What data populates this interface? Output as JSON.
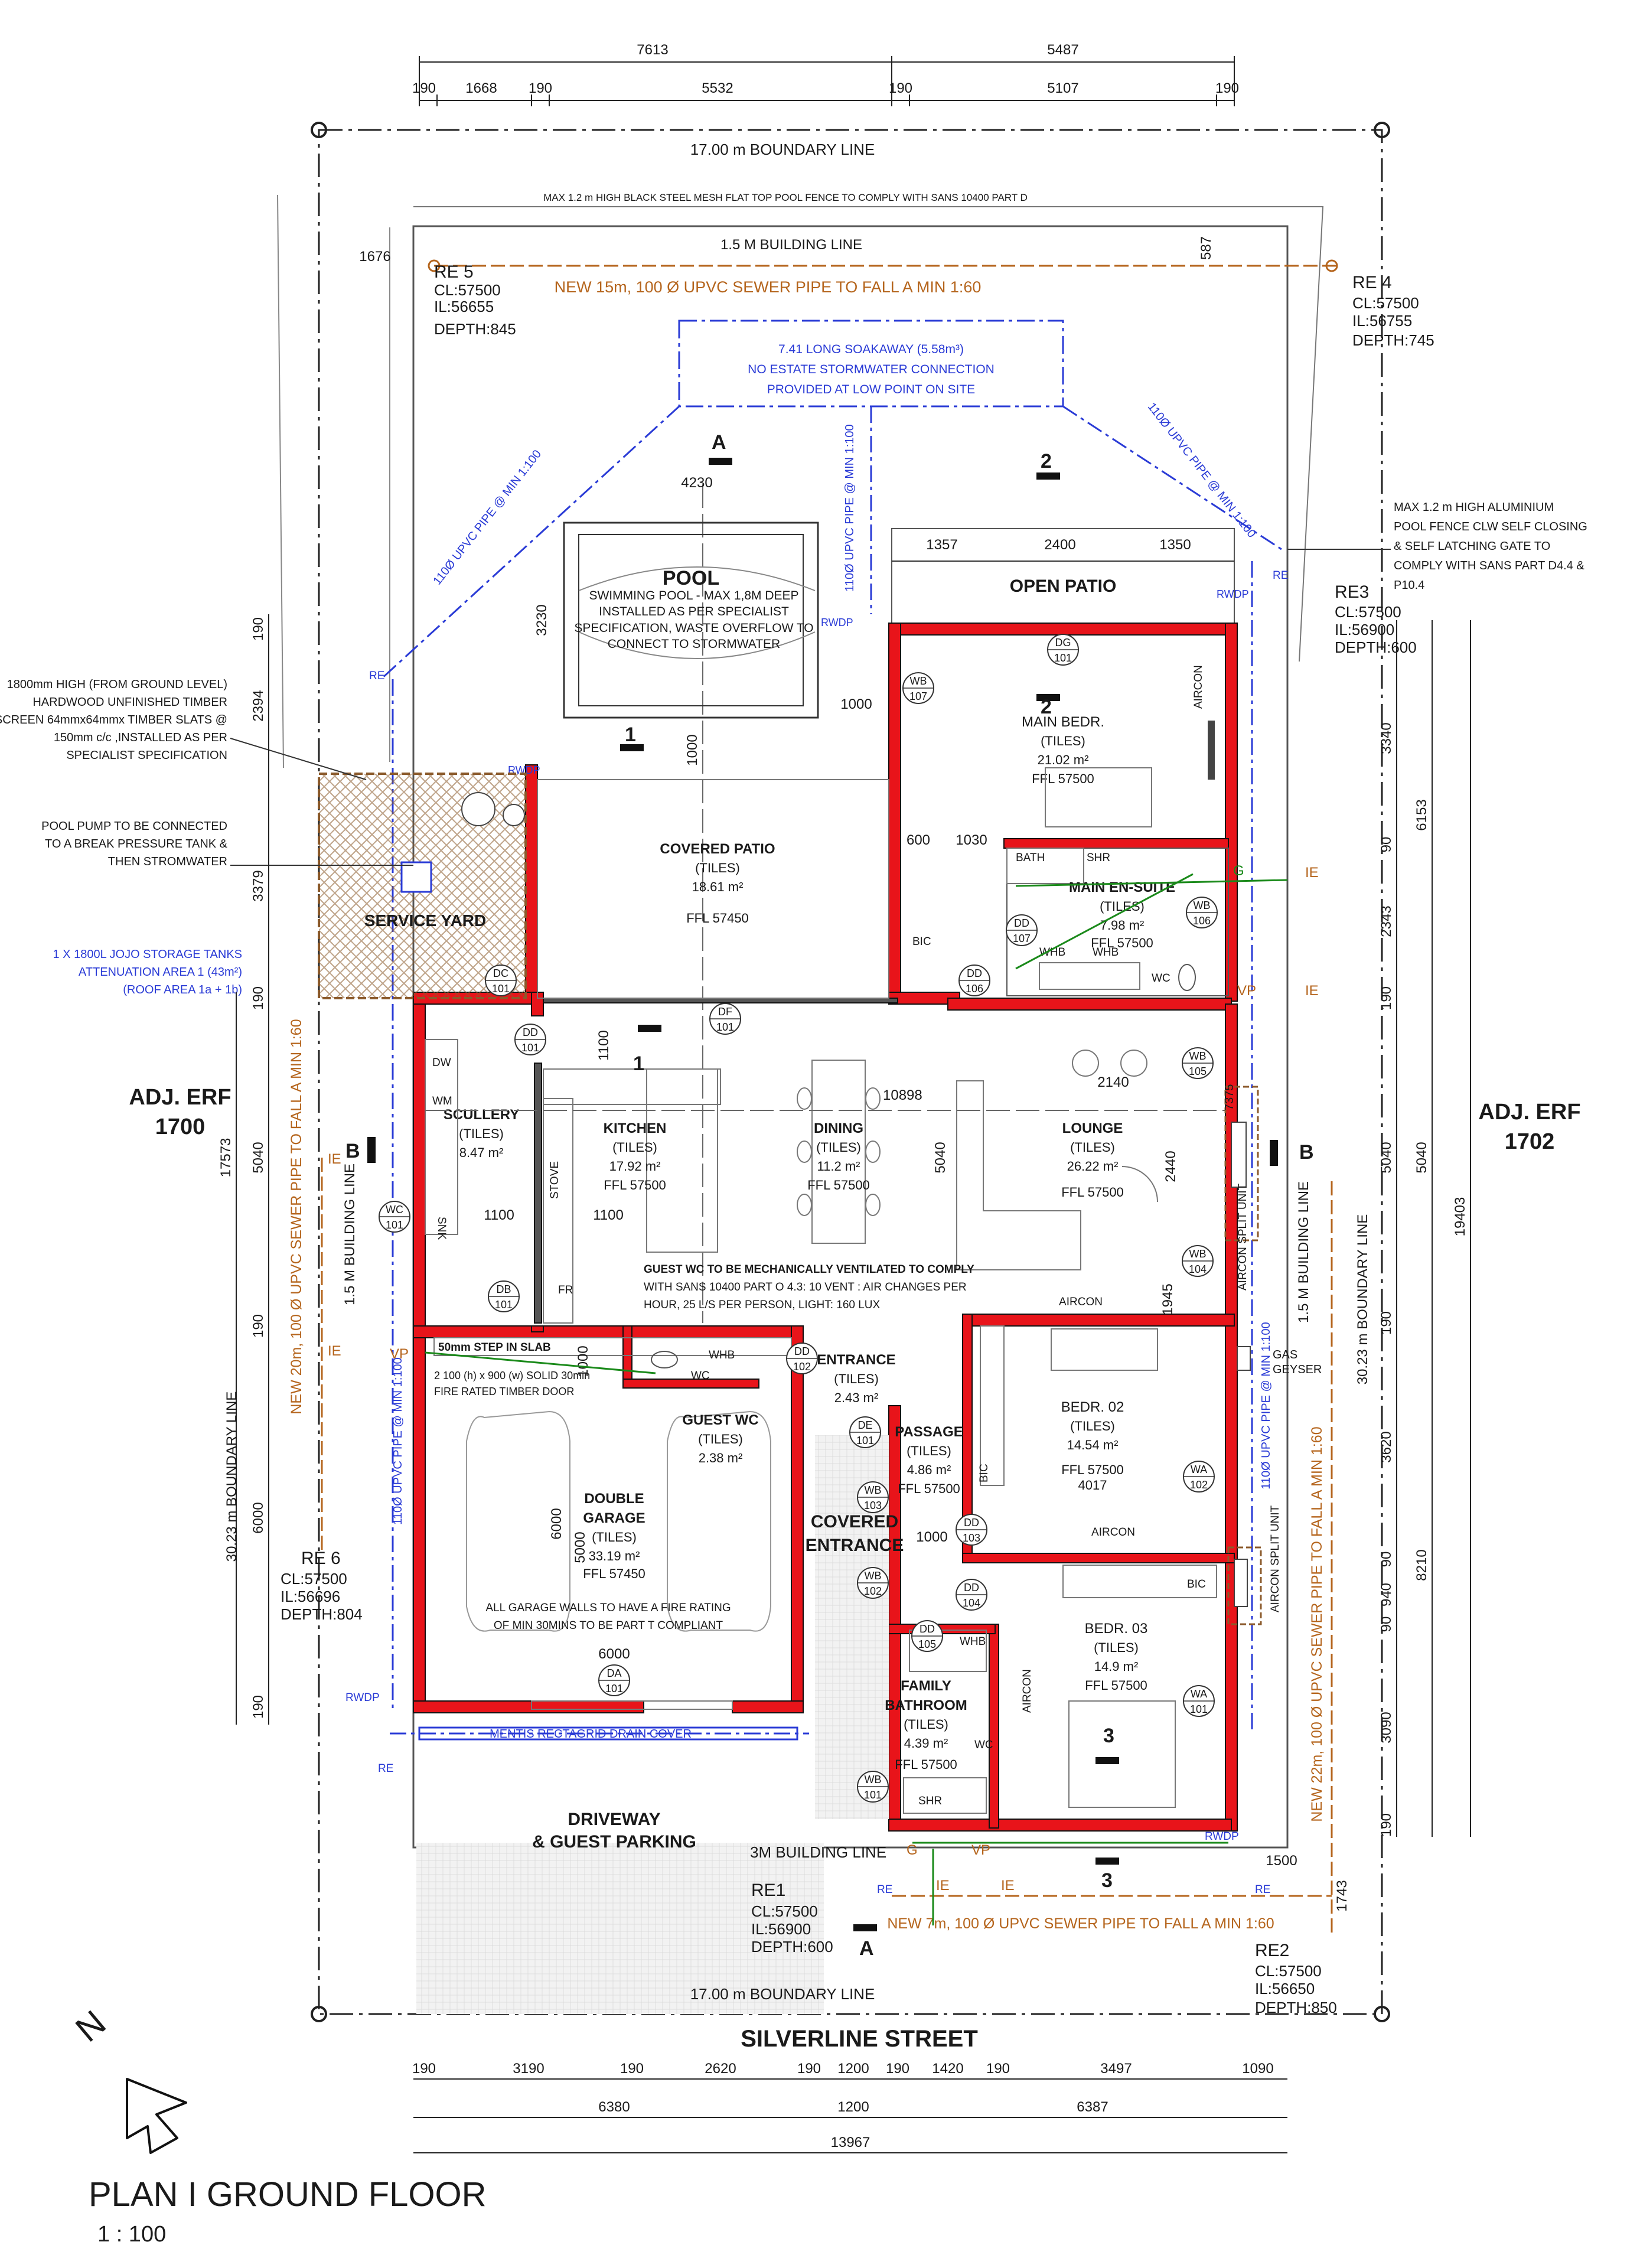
{
  "title": {
    "plan": "PLAN I GROUND FLOOR",
    "scale": "1 : 100"
  },
  "street": "SILVERLINE STREET",
  "adjacent": {
    "left_line1": "ADJ. ERF",
    "left_line2": "1700",
    "right_line1": "ADJ. ERF",
    "right_line2": "1702"
  },
  "boundaries": {
    "top": "17.00 m BOUNDARY LINE",
    "bottom": "17.00 m BOUNDARY LINE",
    "left": "30.23 m BOUNDARY LINE",
    "right": "30.23 m BOUNDARY LINE",
    "building_top": "1.5 M BUILDING LINE",
    "building_left": "1.5 M BUILDING LINE",
    "building_right": "1.5 M BUILDING LINE",
    "building_bottom": "3M BUILDING LINE"
  },
  "top_dims": {
    "row1": [
      "7613",
      "5487"
    ],
    "row2": [
      "190",
      "1668",
      "190",
      "5532",
      "190",
      "5107",
      "190"
    ]
  },
  "bottom_dims": {
    "row1": [
      "190",
      "3190",
      "190",
      "2620",
      "190",
      "1200",
      "190",
      "1420",
      "190",
      "3497",
      "1090"
    ],
    "row2": [
      "6380",
      "1200",
      "6387"
    ],
    "row3": "13967"
  },
  "left_dims": [
    "190",
    "2394",
    "3379",
    "190",
    "5040",
    "17573",
    "190",
    "6000",
    "190",
    "1676"
  ],
  "right_dims": [
    "3340",
    "6153",
    "90",
    "2343",
    "190",
    "5040",
    "19403",
    "190",
    "3620",
    "90",
    "940",
    "8210",
    "90",
    "3090",
    "190",
    "1743",
    "587"
  ],
  "rooms": [
    {
      "name": "POOL",
      "detail": "SWIMMING POOL - MAX 1,8M DEEP INSTALLED AS PER SPECIALIST SPECIFICATION, WASTE OVERFLOW TO CONNECT TO STORMWATER",
      "dim": "4230"
    },
    {
      "name": "OPEN PATIO"
    },
    {
      "name": "MAIN BEDR.",
      "finish": "(TILES)",
      "area": "21.02 m²",
      "ffl": "FFL 57500"
    },
    {
      "name": "COVERED PATIO",
      "finish": "(TILES)",
      "area": "18.61 m²",
      "ffl": "FFL 57450"
    },
    {
      "name": "MAIN EN-SUITE",
      "finish": "(TILES)",
      "area": "7.98 m²",
      "ffl": "FFL 57500"
    },
    {
      "name": "SERVICE YARD"
    },
    {
      "name": "SCULLERY",
      "finish": "(TILES)",
      "area": "8.47 m²"
    },
    {
      "name": "KITCHEN",
      "finish": "(TILES)",
      "area": "17.92 m²",
      "ffl": "FFL 57500"
    },
    {
      "name": "DINING",
      "finish": "(TILES)",
      "area": "11.2 m²",
      "ffl": "FFL 57500"
    },
    {
      "name": "LOUNGE",
      "finish": "(TILES)",
      "area": "26.22 m²",
      "ffl": "FFL 57500"
    },
    {
      "name": "DOUBLE",
      "name2": "GARAGE",
      "finish": "(TILES)",
      "area": "33.19 m²",
      "ffl": "FFL 57450"
    },
    {
      "name": "GUEST WC",
      "finish": "(TILES)",
      "area": "2.38 m²"
    },
    {
      "name": "ENTRANCE",
      "finish": "(TILES)",
      "area": "2.43 m²"
    },
    {
      "name": "PASSAGE",
      "finish": "(TILES)",
      "area": "4.86 m²",
      "ffl": "FFL 57500"
    },
    {
      "name": "COVERED",
      "name2": "ENTRANCE"
    },
    {
      "name": "BEDR. 02",
      "finish": "(TILES)",
      "area": "14.54 m²",
      "ffl": "FFL 57500",
      "extra": "4017"
    },
    {
      "name": "BEDR. 03",
      "finish": "(TILES)",
      "area": "14.9 m²",
      "ffl": "FFL 57500"
    },
    {
      "name": "FAMILY",
      "name2": "BATHROOM",
      "finish": "(TILES)",
      "area": "4.39 m²",
      "ffl": "FFL 57500"
    },
    {
      "name": "DRIVEWAY",
      "name2": "& GUEST PARKING"
    }
  ],
  "manholes": [
    {
      "id": "RE 5",
      "cl": "CL:57500",
      "il": "IL:56655",
      "depth": "DEPTH:845"
    },
    {
      "id": "RE 4",
      "cl": "CL:57500",
      "il": "IL:56755",
      "depth": "DEPTH:745"
    },
    {
      "id": "RE3",
      "cl": "CL:57500",
      "il": "IL:56900",
      "depth": "DEPTH:600"
    },
    {
      "id": "RE 6",
      "cl": "CL:57500",
      "il": "IL:56696",
      "depth": "DEPTH:804"
    },
    {
      "id": "RE1",
      "cl": "CL:57500",
      "il": "IL:56900",
      "depth": "DEPTH:600"
    },
    {
      "id": "RE2",
      "cl": "CL:57500",
      "il": "IL:56650",
      "depth": "DEPTH:850"
    }
  ],
  "notes": {
    "pool_fence": "MAX 1.2 m HIGH BLACK STEEL MESH FLAT TOP POOL FENCE TO COMPLY WITH SANS 10400 PART D",
    "sewer_top": "NEW 15m, 100 Ø UPVC SEWER PIPE TO FALL A MIN 1:60",
    "soakaway1": "7.41 LONG SOAKAWAY (5.58m³)",
    "soakaway2": "NO ESTATE STORMWATER CONNECTION",
    "soakaway3": "PROVIDED AT LOW POINT ON SITE",
    "alu_fence": [
      "MAX 1.2 m HIGH ALUMINIUM",
      "POOL FENCE CLW SELF CLOSING",
      "& SELF LATCHING GATE TO",
      "COMPLY WITH SANS PART D4.4 &",
      "P10.4"
    ],
    "screen": [
      "1800mm HIGH (FROM GROUND LEVEL)",
      "HARDWOOD UNFINISHED TIMBER",
      "SCREEN 64mmx64mmx TIMBER SLATS @",
      "150mm c/c ,INSTALLED AS PER",
      "SPECIALIST SPECIFICATION"
    ],
    "pump": [
      "POOL PUMP TO BE CONNECTED",
      "TO A BREAK PRESSURE TANK &",
      "THEN STROMWATER"
    ],
    "jojo": [
      "1 X 1800L JOJO STORAGE TANKS",
      "ATTENUATION AREA 1 (43m²)",
      "(ROOF AREA 1a + 1b)"
    ],
    "guest_wc_vent": [
      "GUEST WC TO BE MECHANICALLY VENTILATED TO COMPLY",
      "WITH SANS 10400 PART O 4.3: 10 VENT : AIR CHANGES PER",
      "HOUR, 25 L/S PER PERSON, LIGHT: 160 LUX"
    ],
    "step": "50mm STEP IN SLAB",
    "fire_door": [
      "2 100 (h) x 900 (w) SOLID 30min",
      "FIRE RATED TIMBER DOOR"
    ],
    "garage_walls": [
      "ALL GARAGE WALLS TO HAVE A FIRE RATING",
      "OF MIN 30MINS TO BE PART T COMPLIANT"
    ],
    "drain": "MENTIS RECTAGRID DRAIN COVER",
    "sewer_left": "NEW 20m, 100 Ø UPVC SEWER PIPE TO FALL A MIN 1:60",
    "sewer_right": "NEW 22m, 100 Ø UPVC SEWER PIPE TO FALL A MIN 1:60",
    "sewer_bottom": "NEW 7m, 100 Ø UPVC SEWER PIPE TO FALL A MIN 1:60",
    "pvc_left": "110Ø UPVC PIPE @ MIN 1:100",
    "pvc_right": "110Ø UPVC PIPE @ MIN 1:100",
    "gas": [
      "GAS",
      "GEYSER"
    ],
    "split1": "AIRCON SPLIT UNIT",
    "split2": "AIRCON SPLIT UNIT"
  },
  "tags": [
    "DG 101",
    "WB 107",
    "DD 107",
    "DD 106",
    "WB 106",
    "DC 101",
    "DD 101",
    "DF 101",
    "WB 105",
    "WC 101",
    "DB 101",
    "DD 102",
    "DE 101",
    "WB 103",
    "DD 103",
    "WB 102",
    "DD 104",
    "WA 102",
    "WB 104",
    "DD 105",
    "WA 101",
    "WB 101",
    "DA 101"
  ],
  "section_marks": [
    "A",
    "A",
    "1",
    "1",
    "2",
    "2",
    "3",
    "3",
    "B",
    "B"
  ],
  "misc_labels": [
    "RWDP",
    "RWDP",
    "RWDP",
    "RWDP",
    "RWDP",
    "VP",
    "VP",
    "VP",
    "IE",
    "IE",
    "IE",
    "IE",
    "IE",
    "IE",
    "G",
    "G",
    "G",
    "RE",
    "RE",
    "RE",
    "RE",
    "RE",
    "BIC",
    "BIC",
    "BIC",
    "BIC",
    "AIRCON",
    "AIRCON",
    "AIRCON",
    "AIRCON",
    "WHB",
    "WHB",
    "WHB",
    "WHB",
    "SHR",
    "SHR",
    "BATH",
    "WC",
    "WC",
    "WC",
    "DW",
    "WM",
    "SNK",
    "STOVE",
    "FR"
  ],
  "inner_dims": [
    "1357",
    "2400",
    "1350",
    "3230",
    "1000",
    "600",
    "1030",
    "1000",
    "1100",
    "10898",
    "2140",
    "1100",
    "1100",
    "1000",
    "2440",
    "1945",
    "1000",
    "6000",
    "5000",
    "6000",
    "1000",
    "1500",
    "3379"
  ]
}
